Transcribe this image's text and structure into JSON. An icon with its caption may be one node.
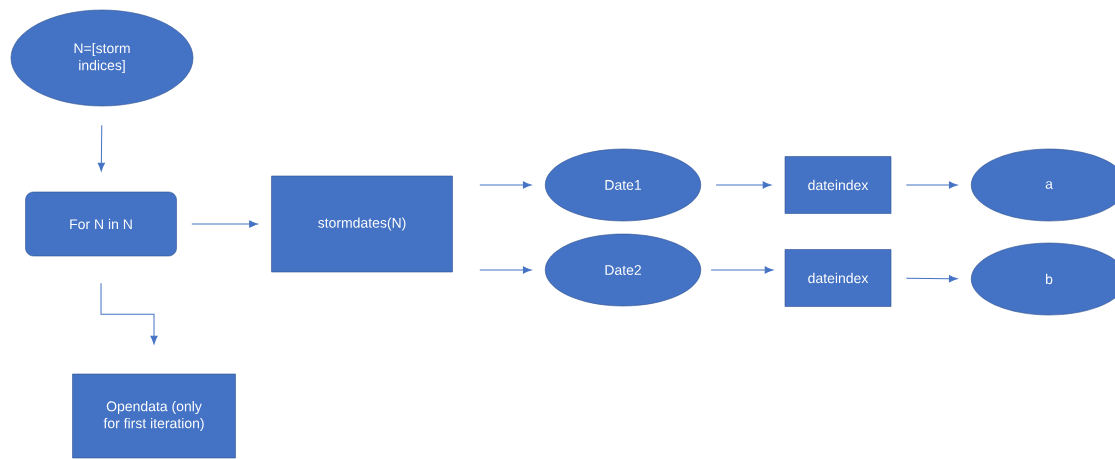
{
  "diagram": {
    "nodes": [
      {
        "text": [
          "N=[storm indices]"
        ]
      },
      {
        "text": [
          "For N in N"
        ]
      },
      {
        "text": [
          "stormdates(N)"
        ]
      },
      {
        "text": [
          "Opendata (only for first iteration)"
        ]
      },
      {
        "text": [
          "Date1"
        ]
      },
      {
        "text": [
          "Date2"
        ]
      },
      {
        "text": [
          "dateindex"
        ]
      },
      {
        "text": [
          "dateindex"
        ]
      },
      {
        "text": [
          "a"
        ]
      },
      {
        "text": [
          "b"
        ]
      }
    ],
    "edges": [
      {
        "from": 0,
        "to": 1,
        "arrow": "to"
      },
      {
        "from": 1,
        "to": 2,
        "arrow": "to"
      },
      {
        "from": 1,
        "to": 3,
        "arrow": "to"
      },
      {
        "from": 2,
        "to": 4,
        "arrow": "to"
      },
      {
        "from": 2,
        "to": 5,
        "arrow": "to"
      },
      {
        "from": 4,
        "to": 6,
        "arrow": "to"
      },
      {
        "from": 5,
        "to": 7,
        "arrow": "to"
      },
      {
        "from": 6,
        "to": 8,
        "arrow": "to"
      },
      {
        "from": 7,
        "to": 9,
        "arrow": "to"
      }
    ]
  }
}
